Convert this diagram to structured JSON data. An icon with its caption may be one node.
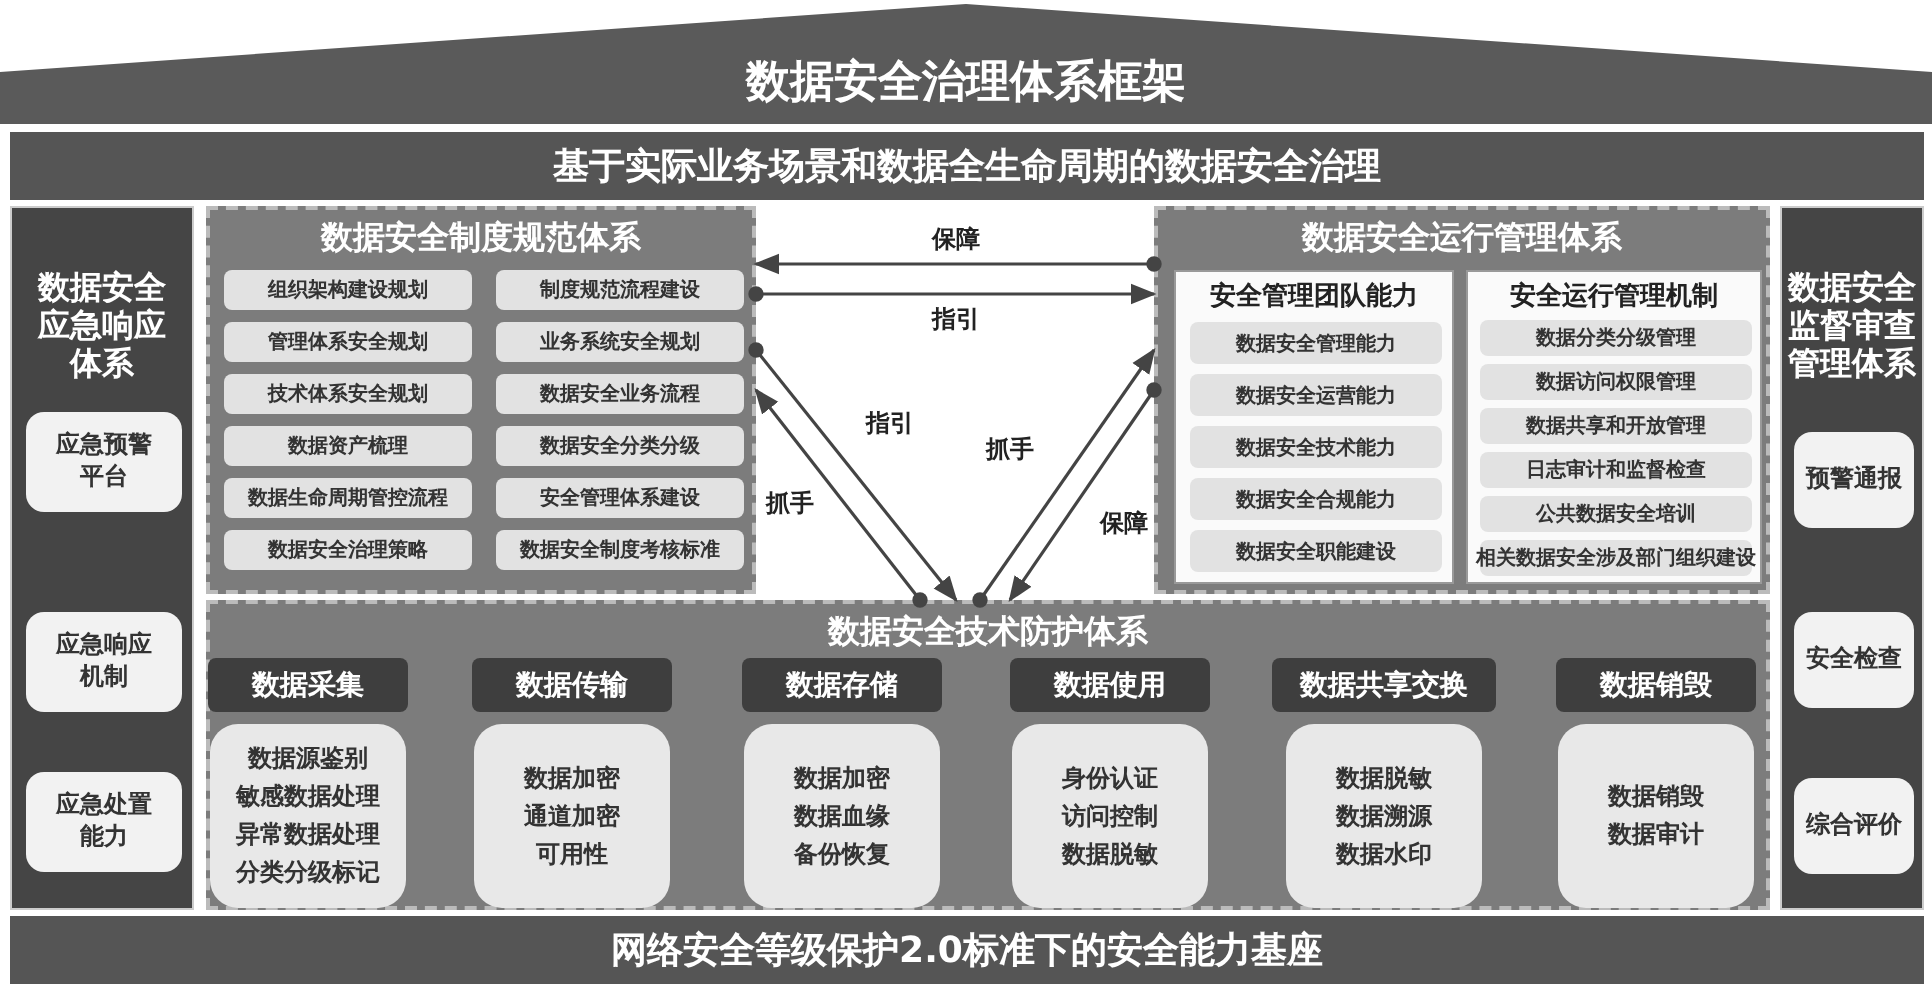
{
  "diagram": {
    "nodes": [
      {
        "text": [
          "数据安全治理体系框架"
        ]
      },
      {
        "text": [
          "基于实际业务场景和数据全生命周期的数据安全治理"
        ]
      },
      {
        "text": [
          "数据安全应急响应体系"
        ]
      },
      {
        "text": [
          "应急预警平台"
        ],
        "in": 2
      },
      {
        "text": [
          "应急响应机制"
        ],
        "in": 2
      },
      {
        "text": [
          "应急处置能力"
        ],
        "in": 2
      },
      {
        "text": [
          "数据安全制度规范体系"
        ]
      },
      {
        "text": [
          "组织架构建设规划"
        ],
        "in": 6
      },
      {
        "text": [
          "制度规范流程建设"
        ],
        "in": 6
      },
      {
        "text": [
          "管理体系安全规划"
        ],
        "in": 6
      },
      {
        "text": [
          "业务系统安全规划"
        ],
        "in": 6
      },
      {
        "text": [
          "技术体系安全规划"
        ],
        "in": 6
      },
      {
        "text": [
          "数据安全业务流程"
        ],
        "in": 6
      },
      {
        "text": [
          "数据资产梳理"
        ],
        "in": 6
      },
      {
        "text": [
          "数据安全分类分级"
        ],
        "in": 6
      },
      {
        "text": [
          "数据生命周期管控流程"
        ],
        "in": 6
      },
      {
        "text": [
          "安全管理体系建设"
        ],
        "in": 6
      },
      {
        "text": [
          "数据安全治理策略"
        ],
        "in": 6
      },
      {
        "text": [
          "数据安全制度考核标准"
        ],
        "in": 6
      },
      {
        "text": [
          "数据安全运行管理体系"
        ]
      },
      {
        "text": [
          "安全管理团队能力"
        ],
        "in": 19
      },
      {
        "text": [
          "数据安全管理能力"
        ],
        "in": 20
      },
      {
        "text": [
          "数据安全运营能力"
        ],
        "in": 20
      },
      {
        "text": [
          "数据安全技术能力"
        ],
        "in": 20
      },
      {
        "text": [
          "数据安全合规能力"
        ],
        "in": 20
      },
      {
        "text": [
          "数据安全职能建设"
        ],
        "in": 20
      },
      {
        "text": [
          "安全运行管理机制"
        ],
        "in": 19
      },
      {
        "text": [
          "数据分类分级管理"
        ],
        "in": 26
      },
      {
        "text": [
          "数据访问权限管理"
        ],
        "in": 26
      },
      {
        "text": [
          "数据共享和开放管理"
        ],
        "in": 26
      },
      {
        "text": [
          "日志审计和监督检查"
        ],
        "in": 26
      },
      {
        "text": [
          "公共数据安全培训"
        ],
        "in": 26
      },
      {
        "text": [
          "相关数据安全涉及部门组织建设"
        ],
        "in": 26
      },
      {
        "text": [
          "数据安全监督审查管理体系"
        ]
      },
      {
        "text": [
          "预警通报"
        ],
        "in": 33
      },
      {
        "text": [
          "安全检查"
        ],
        "in": 33
      },
      {
        "text": [
          "综合评价"
        ],
        "in": 33
      },
      {
        "text": [
          "数据安全技术防护体系"
        ]
      },
      {
        "text": [
          "数据采集"
        ],
        "in": 37
      },
      {
        "text": [
          "数据源鉴别",
          "敏感数据处理",
          "异常数据处理",
          "分类分级标记"
        ],
        "in": 37
      },
      {
        "text": [
          "数据传输"
        ],
        "in": 37
      },
      {
        "text": [
          "数据加密",
          "通道加密",
          "可用性"
        ],
        "in": 37
      },
      {
        "text": [
          "数据存储"
        ],
        "in": 37
      },
      {
        "text": [
          "数据加密",
          "数据血缘",
          "备份恢复"
        ],
        "in": 37
      },
      {
        "text": [
          "数据使用"
        ],
        "in": 37
      },
      {
        "text": [
          "身份认证",
          "访问控制",
          "数据脱敏"
        ],
        "in": 37
      },
      {
        "text": [
          "数据共享交换"
        ],
        "in": 37
      },
      {
        "text": [
          "数据脱敏",
          "数据溯源",
          "数据水印"
        ],
        "in": 37
      },
      {
        "text": [
          "数据销毁"
        ],
        "in": 37
      },
      {
        "text": [
          "数据销毁",
          "数据审计"
        ],
        "in": 37
      },
      {
        "text": [
          "网络安全等级保护2.0标准下的安全能力基座"
        ]
      }
    ],
    "edges": [
      {
        "from": 19,
        "to": 6,
        "arrow": "to",
        "label": "保障"
      },
      {
        "from": 6,
        "to": 19,
        "arrow": "to",
        "label": "指引"
      },
      {
        "from": 37,
        "to": 6,
        "arrow": "to",
        "label": "抓手"
      },
      {
        "from": 6,
        "to": 37,
        "arrow": "to",
        "label": "指引"
      },
      {
        "from": 37,
        "to": 19,
        "arrow": "to",
        "label": "抓手"
      },
      {
        "from": 19,
        "to": 37,
        "arrow": "to",
        "label": "保障"
      }
    ]
  }
}
